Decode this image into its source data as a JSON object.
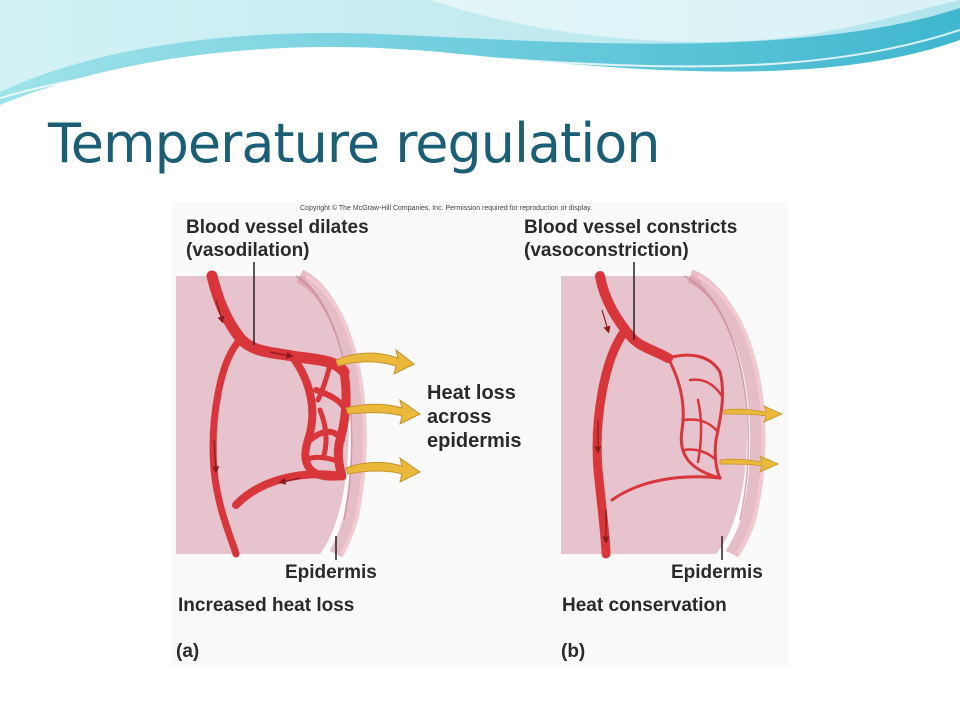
{
  "slide": {
    "title": "Temperature regulation",
    "colors": {
      "title": "#1b5f76",
      "vessel": "#d8363a",
      "dermis": "#e8c6cf",
      "arrow": "#e9b83a"
    }
  },
  "figure": {
    "copyright": "Copyright © The McGraw-Hill Companies, Inc. Permission required for reproduction or display.",
    "panel_a": {
      "heading_line1": "Blood vessel dilates",
      "heading_line2": "(vasodilation)",
      "heat_loss_line1": "Heat loss",
      "heat_loss_line2": "across",
      "heat_loss_line3": "epidermis",
      "epidermis": "Epidermis",
      "caption": "Increased heat loss",
      "tag": "(a)"
    },
    "panel_b": {
      "heading_line1": "Blood vessel constricts",
      "heading_line2": "(vasoconstriction)",
      "epidermis": "Epidermis",
      "caption": "Heat conservation",
      "tag": "(b)"
    }
  }
}
